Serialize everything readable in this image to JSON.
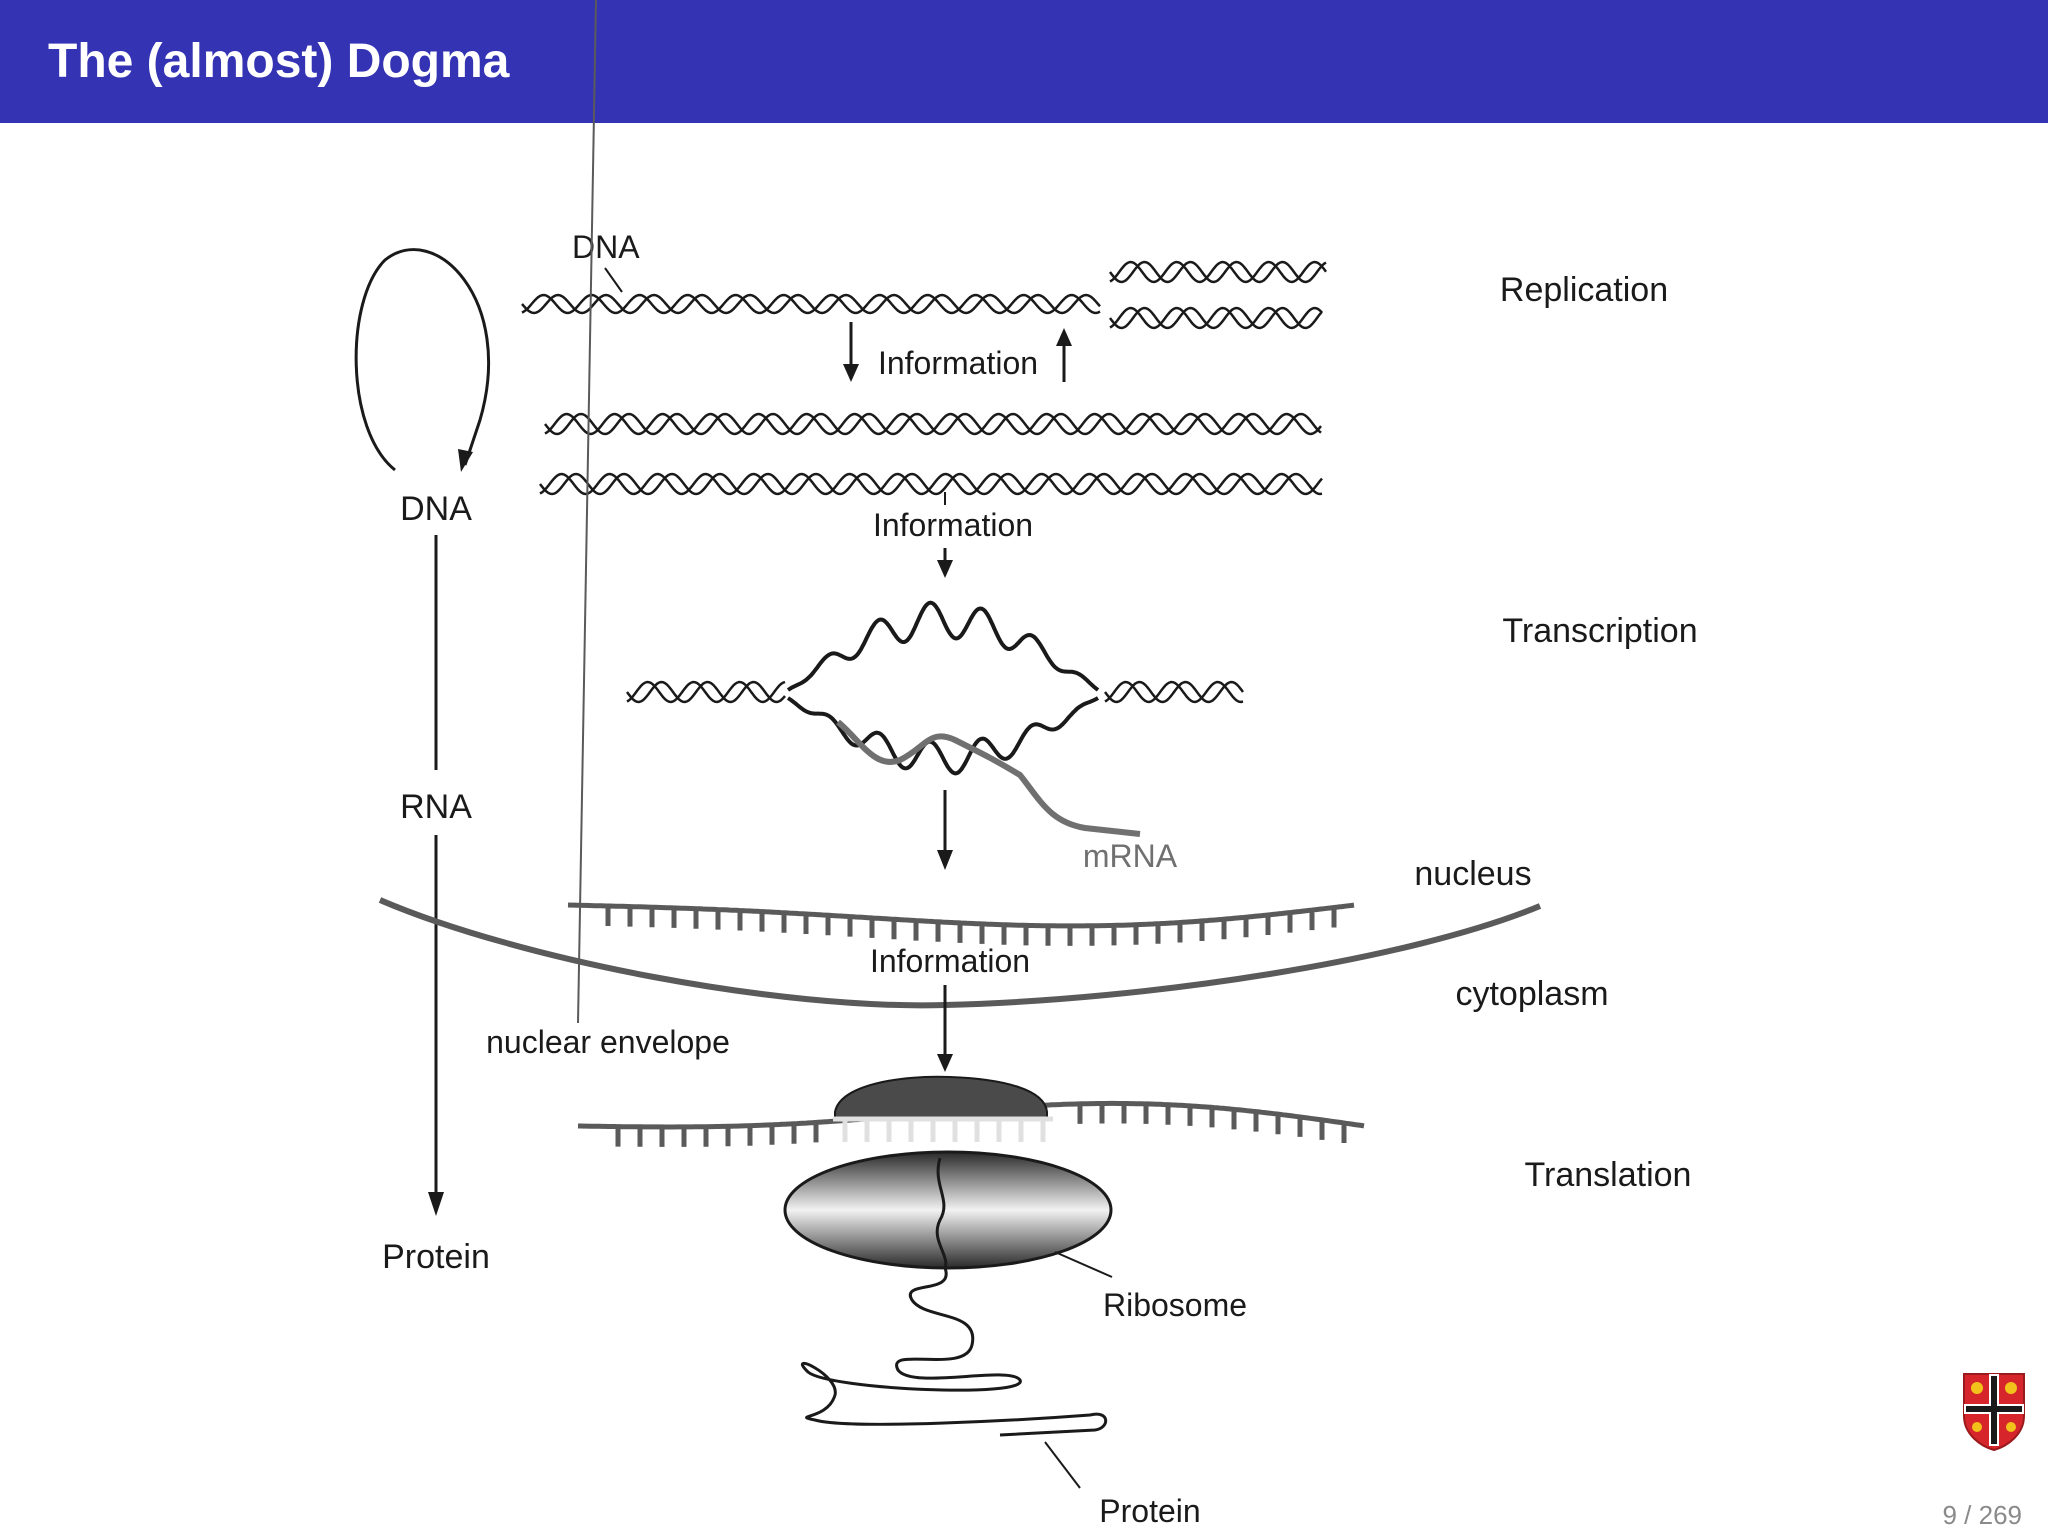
{
  "slide": {
    "title": "The (almost) Dogma",
    "page": "9 / 269"
  },
  "colors": {
    "header": "#3333b3",
    "ink": "#1a1a1a",
    "mrna": "#666666",
    "crest_red": "#d6262b",
    "crest_gold": "#f2c21b"
  },
  "icons": {
    "crest": "university-crest-icon"
  },
  "flow": {
    "dna": "DNA",
    "rna": "RNA",
    "protein": "Protein"
  },
  "labels": {
    "dna_strand": "DNA",
    "info_replication": "Information",
    "info_transcription": "Information",
    "info_translation": "Information",
    "mrna": "mRNA",
    "nuclear_envelope": "nuclear envelope",
    "ribosome": "Ribosome",
    "protein_chain": "Protein"
  },
  "stages": {
    "replication": "Replication",
    "transcription": "Transcription",
    "nucleus": "nucleus",
    "cytoplasm": "cytoplasm",
    "translation": "Translation"
  }
}
